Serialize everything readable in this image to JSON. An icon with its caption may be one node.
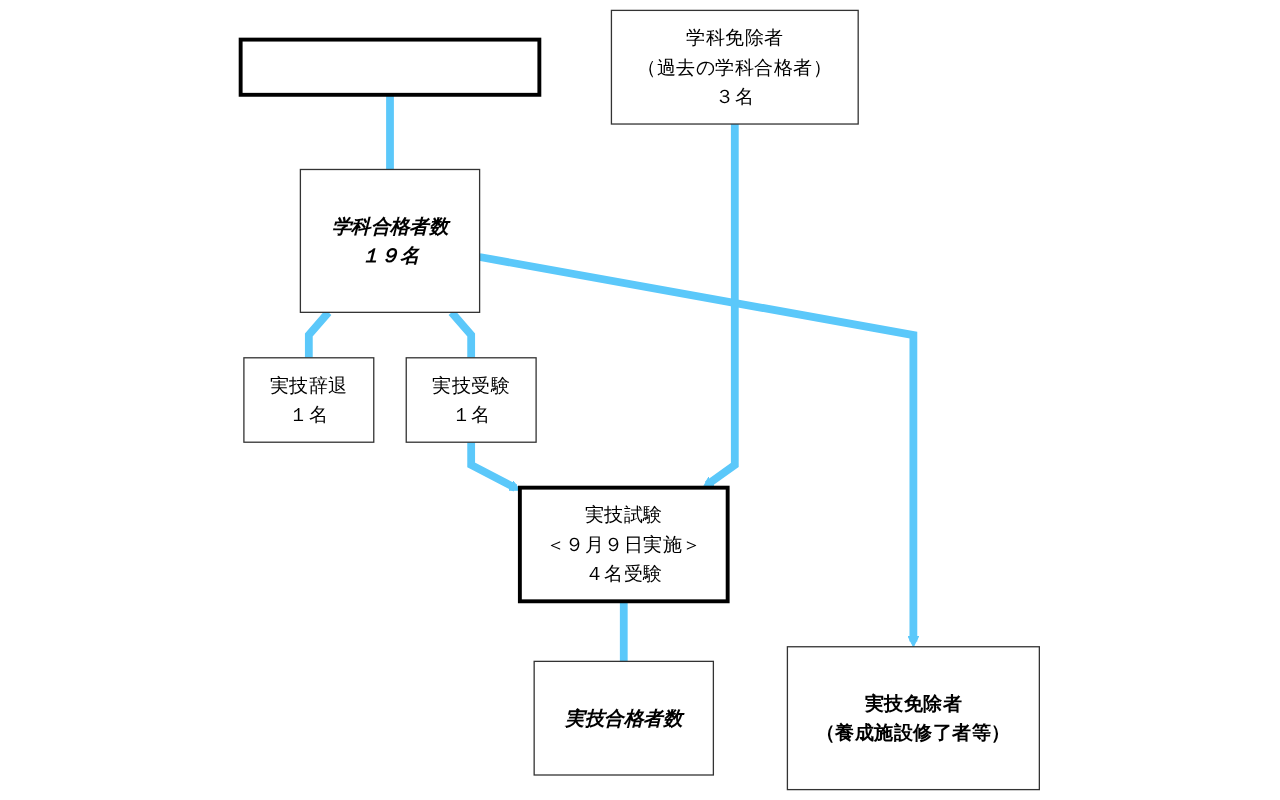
{
  "diagram": {
    "nodes": [
      {
        "text": [],
        "shape": "box"
      },
      {
        "text": [
          "学科免除者",
          "（過去の学科合格者）",
          "３名"
        ]
      },
      {
        "text": [
          "学科合格者数",
          "１９名"
        ]
      },
      {
        "text": [
          "実技辞退",
          "１名"
        ]
      },
      {
        "text": [
          "実技受験",
          "１名"
        ]
      },
      {
        "text": [
          "実技試験",
          "＜９月９日実施＞",
          "４名受験"
        ]
      },
      {
        "text": [
          "実技免除者",
          "（養成施設修了者等）"
        ]
      },
      {
        "text": [
          "実技合格者数"
        ]
      }
    ],
    "edges": [
      {
        "from": 0,
        "to": 2,
        "arrow": "none"
      },
      {
        "from": 2,
        "to": 3,
        "arrow": "none"
      },
      {
        "from": 2,
        "to": 4,
        "arrow": "none"
      },
      {
        "from": 4,
        "to": 5,
        "arrow": "to"
      },
      {
        "from": 1,
        "to": 5,
        "arrow": "to"
      },
      {
        "from": 2,
        "to": 6,
        "arrow": "to"
      },
      {
        "from": 5,
        "to": 7,
        "arrow": "none"
      }
    ]
  }
}
